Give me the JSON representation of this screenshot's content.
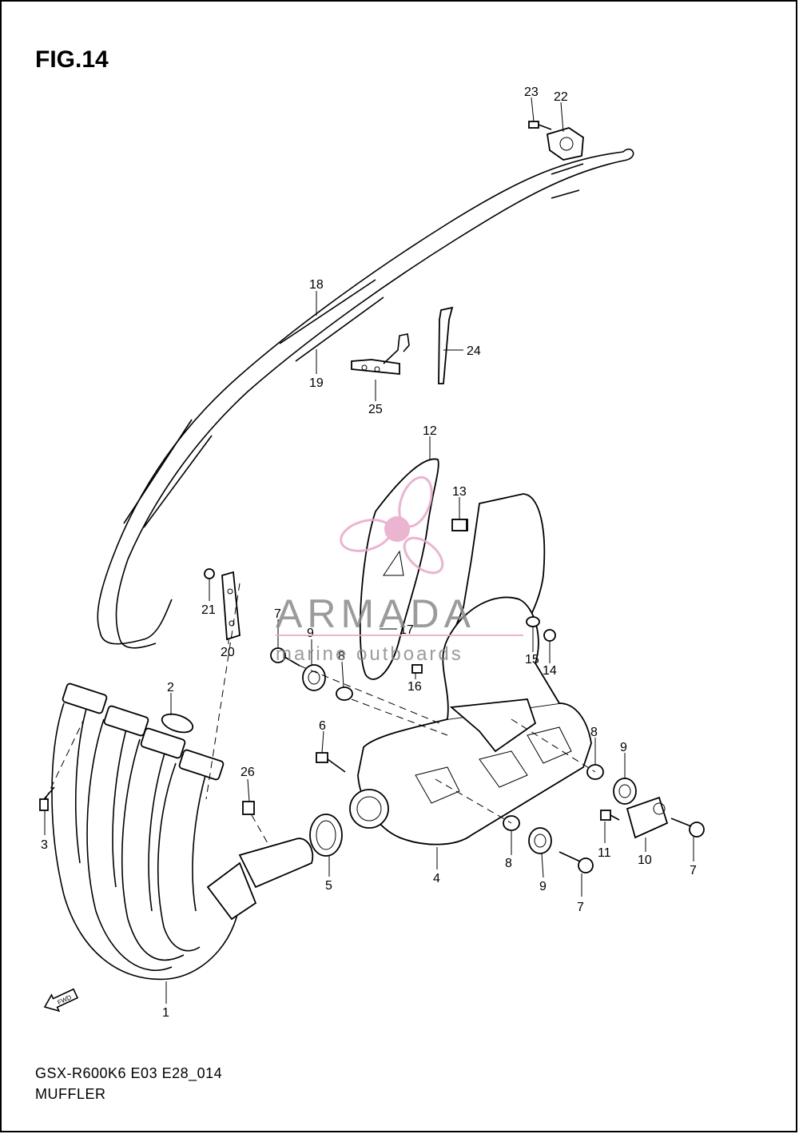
{
  "figure": {
    "title": "FIG.14",
    "model_code": "GSX-R600K6 E03 E28_014",
    "section_name": "MUFFLER"
  },
  "watermark": {
    "brand": "ARMADA",
    "tagline": "marine outboards",
    "accent_color": "#e8a7c8",
    "brand_color": "#8a8a8a"
  },
  "callouts": {
    "c1": "1",
    "c2": "2",
    "c3": "3",
    "c4": "4",
    "c5": "5",
    "c6": "6",
    "c7a": "7",
    "c7b": "7",
    "c7c": "7",
    "c8a": "8",
    "c8b": "8",
    "c8c": "8",
    "c9a": "9",
    "c9b": "9",
    "c9c": "9",
    "c10": "10",
    "c11": "11",
    "c12": "12",
    "c13": "13",
    "c14": "14",
    "c15": "15",
    "c16": "16",
    "c17": "17",
    "c18": "18",
    "c19": "19",
    "c20": "20",
    "c21": "21",
    "c22": "22",
    "c23": "23",
    "c24": "24",
    "c25": "25",
    "c26": "26"
  },
  "fwd_label": "FWD"
}
